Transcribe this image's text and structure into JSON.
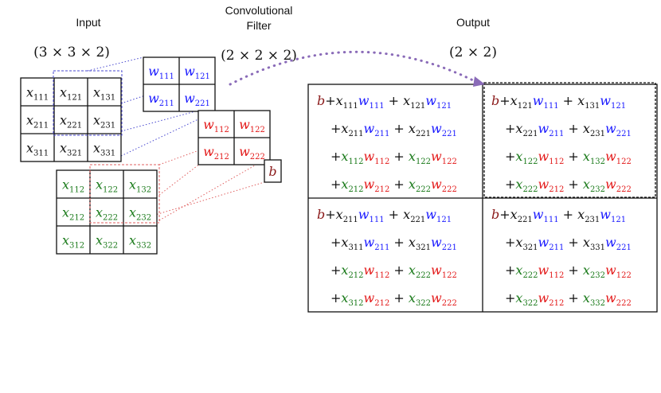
{
  "labels": {
    "input_title": "Input",
    "input_dims": "(3 × 3 × 2)",
    "filter_title_line1": "Convolutional",
    "filter_title_line2": "Filter",
    "filter_dims": "(2 × 2 × 2)",
    "output_title": "Output",
    "output_dims": "(2 × 2)"
  },
  "colors": {
    "black": "#111111",
    "blue": "#1a1aff",
    "green": "#1a7a1a",
    "red": "#e31a1a",
    "bias": "#8b1a1a",
    "arrow": "#8a6bb8",
    "guide_blue": "#4a4ad0",
    "guide_red": "#e06060"
  },
  "input_channel1": [
    [
      "111",
      "121",
      "131"
    ],
    [
      "211",
      "221",
      "231"
    ],
    [
      "311",
      "321",
      "331"
    ]
  ],
  "input_channel2": [
    [
      "112",
      "122",
      "132"
    ],
    [
      "212",
      "222",
      "232"
    ],
    [
      "312",
      "322",
      "332"
    ]
  ],
  "filter_channel1": [
    [
      "111",
      "121"
    ],
    [
      "211",
      "221"
    ]
  ],
  "filter_channel2": [
    [
      "112",
      "122"
    ],
    [
      "212",
      "222"
    ]
  ],
  "bias_symbol": "b",
  "output_cells": [
    {
      "rows": [
        [
          [
            "b",
            "bias"
          ],
          [
            "+",
            "op"
          ],
          [
            "x",
            "111",
            "black"
          ],
          [
            "w",
            "111",
            "blue"
          ],
          [
            " + ",
            "op"
          ],
          [
            "x",
            "121",
            "black"
          ],
          [
            "w",
            "121",
            "blue"
          ]
        ],
        [
          [
            "+",
            "op"
          ],
          [
            "x",
            "211",
            "black"
          ],
          [
            "w",
            "211",
            "blue"
          ],
          [
            " + ",
            "op"
          ],
          [
            "x",
            "221",
            "black"
          ],
          [
            "w",
            "221",
            "blue"
          ]
        ],
        [
          [
            "+",
            "opg"
          ],
          [
            "x",
            "112",
            "green"
          ],
          [
            "w",
            "112",
            "red"
          ],
          [
            " + ",
            "op"
          ],
          [
            "x",
            "122",
            "green"
          ],
          [
            "w",
            "122",
            "red"
          ]
        ],
        [
          [
            "+",
            "opg"
          ],
          [
            "x",
            "212",
            "green"
          ],
          [
            "w",
            "212",
            "red"
          ],
          [
            " + ",
            "op"
          ],
          [
            "x",
            "222",
            "green"
          ],
          [
            "w",
            "222",
            "red"
          ]
        ]
      ]
    },
    {
      "rows": [
        [
          [
            "b",
            "bias"
          ],
          [
            "+",
            "op"
          ],
          [
            "x",
            "121",
            "black"
          ],
          [
            "w",
            "111",
            "blue"
          ],
          [
            " + ",
            "op"
          ],
          [
            "x",
            "131",
            "black"
          ],
          [
            "w",
            "121",
            "blue"
          ]
        ],
        [
          [
            "+",
            "op"
          ],
          [
            "x",
            "221",
            "black"
          ],
          [
            "w",
            "211",
            "blue"
          ],
          [
            " + ",
            "op"
          ],
          [
            "x",
            "231",
            "black"
          ],
          [
            "w",
            "221",
            "blue"
          ]
        ],
        [
          [
            "+",
            "opg"
          ],
          [
            "x",
            "122",
            "green"
          ],
          [
            "w",
            "112",
            "red"
          ],
          [
            " + ",
            "op"
          ],
          [
            "x",
            "132",
            "green"
          ],
          [
            "w",
            "122",
            "red"
          ]
        ],
        [
          [
            "+",
            "opg"
          ],
          [
            "x",
            "222",
            "green"
          ],
          [
            "w",
            "212",
            "red"
          ],
          [
            " + ",
            "op"
          ],
          [
            "x",
            "232",
            "green"
          ],
          [
            "w",
            "222",
            "red"
          ]
        ]
      ]
    },
    {
      "rows": [
        [
          [
            "b",
            "bias"
          ],
          [
            "+",
            "op"
          ],
          [
            "x",
            "211",
            "black"
          ],
          [
            "w",
            "111",
            "blue"
          ],
          [
            " + ",
            "op"
          ],
          [
            "x",
            "221",
            "black"
          ],
          [
            "w",
            "121",
            "blue"
          ]
        ],
        [
          [
            "+",
            "op"
          ],
          [
            "x",
            "311",
            "black"
          ],
          [
            "w",
            "211",
            "blue"
          ],
          [
            " + ",
            "op"
          ],
          [
            "x",
            "321",
            "black"
          ],
          [
            "w",
            "221",
            "blue"
          ]
        ],
        [
          [
            "+",
            "opg"
          ],
          [
            "x",
            "212",
            "green"
          ],
          [
            "w",
            "112",
            "red"
          ],
          [
            " + ",
            "op"
          ],
          [
            "x",
            "222",
            "green"
          ],
          [
            "w",
            "122",
            "red"
          ]
        ],
        [
          [
            "+",
            "opg"
          ],
          [
            "x",
            "312",
            "green"
          ],
          [
            "w",
            "212",
            "red"
          ],
          [
            " + ",
            "op"
          ],
          [
            "x",
            "322",
            "green"
          ],
          [
            "w",
            "222",
            "red"
          ]
        ]
      ]
    },
    {
      "rows": [
        [
          [
            "b",
            "bias"
          ],
          [
            "+",
            "op"
          ],
          [
            "x",
            "221",
            "black"
          ],
          [
            "w",
            "111",
            "blue"
          ],
          [
            " + ",
            "op"
          ],
          [
            "x",
            "231",
            "black"
          ],
          [
            "w",
            "121",
            "blue"
          ]
        ],
        [
          [
            "+",
            "op"
          ],
          [
            "x",
            "321",
            "black"
          ],
          [
            "w",
            "211",
            "blue"
          ],
          [
            " + ",
            "op"
          ],
          [
            "x",
            "331",
            "black"
          ],
          [
            "w",
            "221",
            "blue"
          ]
        ],
        [
          [
            "+",
            "opg"
          ],
          [
            "x",
            "222",
            "green"
          ],
          [
            "w",
            "112",
            "red"
          ],
          [
            " + ",
            "op"
          ],
          [
            "x",
            "232",
            "green"
          ],
          [
            "w",
            "122",
            "red"
          ]
        ],
        [
          [
            "+",
            "opg"
          ],
          [
            "x",
            "322",
            "green"
          ],
          [
            "w",
            "212",
            "red"
          ],
          [
            " + ",
            "op"
          ],
          [
            "x",
            "332",
            "green"
          ],
          [
            "w",
            "222",
            "red"
          ]
        ]
      ]
    }
  ]
}
